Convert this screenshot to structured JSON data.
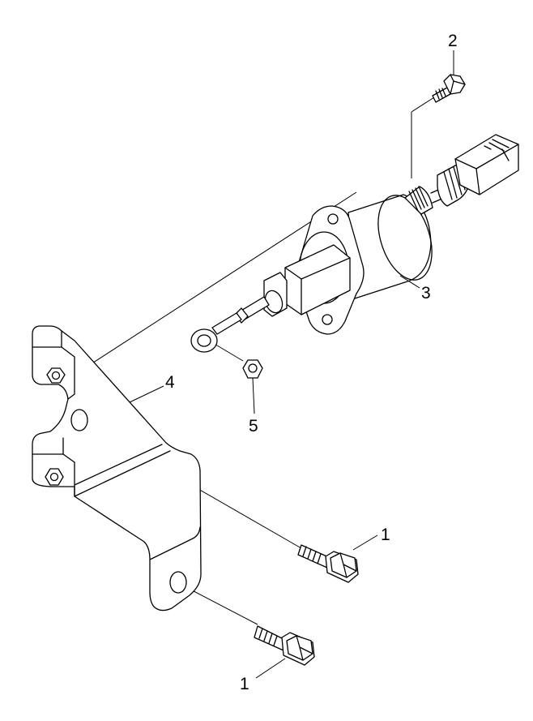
{
  "callouts": {
    "bolt_lower": "1",
    "bolt_middle": "1",
    "screw_top": "2",
    "solenoid": "3",
    "bracket": "4",
    "nut": "5"
  }
}
